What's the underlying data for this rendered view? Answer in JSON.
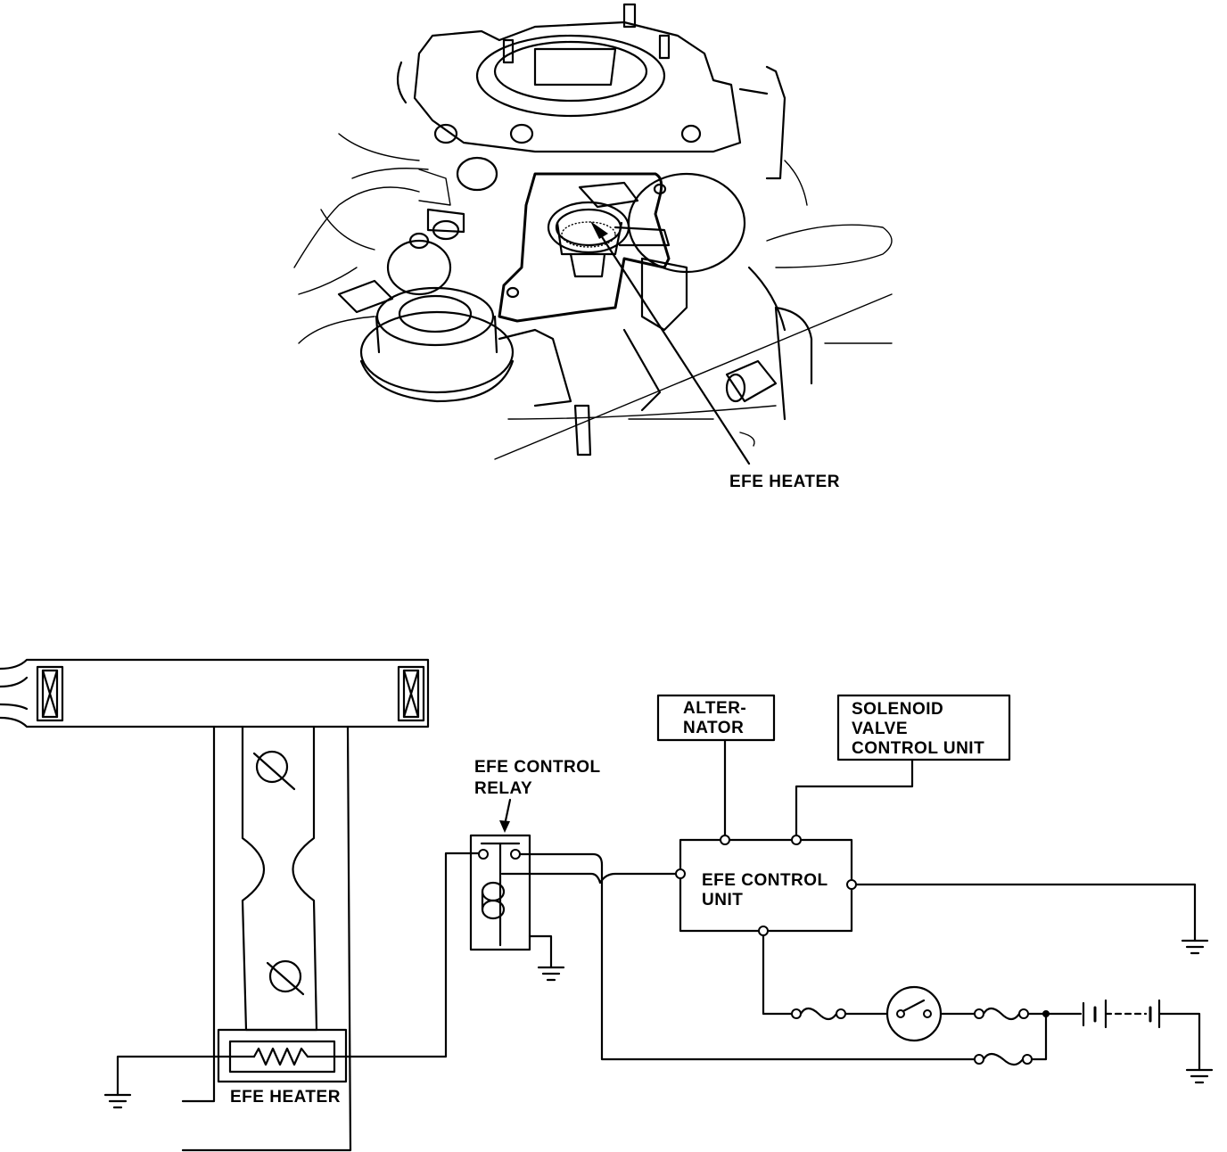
{
  "illustration": {
    "callout": "EFE HEATER"
  },
  "schematic": {
    "heater_label": "EFE HEATER",
    "relay_label_line1": "EFE CONTROL",
    "relay_label_line2": "RELAY",
    "alternator_line1": "ALTER-",
    "alternator_line2": "NATOR",
    "solenoid_line1": "SOLENOID",
    "solenoid_line2": "VALVE",
    "solenoid_line3": "CONTROL UNIT",
    "control_unit_line1": "EFE CONTROL",
    "control_unit_line2": "UNIT"
  }
}
